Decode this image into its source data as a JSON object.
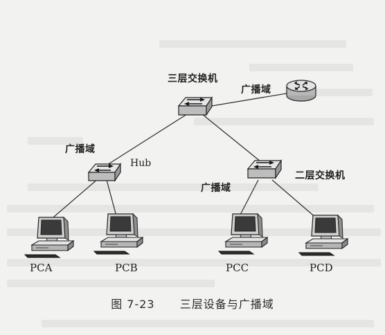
{
  "nodes": {
    "l3_switch": {
      "label": "三层交换机",
      "icon": "switch-icon"
    },
    "router": {
      "label": "",
      "icon": "router-icon"
    },
    "hub": {
      "label": "Hub",
      "icon": "hub-icon"
    },
    "l2_switch": {
      "label": "二层交换机",
      "icon": "switch-icon"
    },
    "pca": {
      "label": "PCA",
      "icon": "computer-icon"
    },
    "pcb": {
      "label": "PCB",
      "icon": "computer-icon"
    },
    "pcc": {
      "label": "PCC",
      "icon": "computer-icon"
    },
    "pcd": {
      "label": "PCD",
      "icon": "computer-icon"
    }
  },
  "domains": {
    "top": "广播域",
    "left": "广播域",
    "right": "广播域"
  },
  "caption": {
    "number": "图 7-23",
    "title": "三层设备与广播域"
  },
  "colors": {
    "background": "#f2f2f0",
    "ink": "#1f1f1f",
    "device_fill": "#cfcfcf"
  }
}
